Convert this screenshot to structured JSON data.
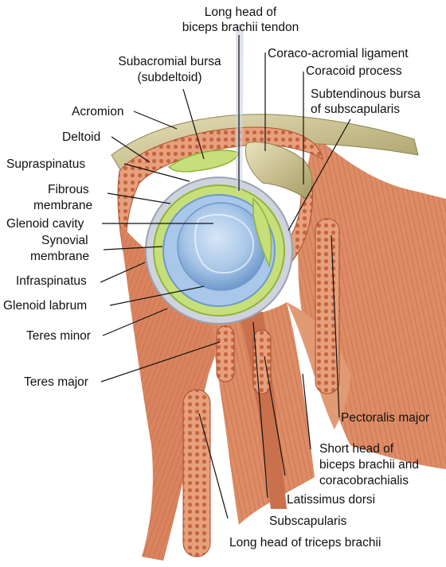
{
  "diagram": {
    "labels": {
      "long_head_biceps_tendon": [
        "Long head of",
        "biceps brachii tendon"
      ],
      "coraco_acromial_ligament": "Coraco-acromial ligament",
      "subacromial_bursa": [
        "Subacromial bursa",
        "(subdeltoid)"
      ],
      "coracoid_process": "Coracoid process",
      "subtendinous_bursa": [
        "Subtendinous bursa",
        "of subscapularis"
      ],
      "acromion": "Acromion",
      "deltoid": "Deltoid",
      "supraspinatus": "Supraspinatus",
      "fibrous_membrane": [
        "Fibrous",
        "membrane"
      ],
      "glenoid_cavity": "Glenoid cavity",
      "synovial_membrane": [
        "Synovial",
        "membrane"
      ],
      "infraspinatus": "Infraspinatus",
      "glenoid_labrum": "Glenoid labrum",
      "teres_minor": "Teres minor",
      "teres_major": "Teres major",
      "pectoralis_major": "Pectoralis major",
      "short_head_biceps": [
        "Short head of",
        "biceps brachii and",
        "coracobrachialis"
      ],
      "latissimus_dorsi": "Latissimus dorsi",
      "subscapularis": "Subscapularis",
      "long_head_triceps": "Long head of triceps brachii"
    },
    "colors": {
      "muscle": "#d9845f",
      "muscle_dark": "#b85a3a",
      "muscle_light": "#eaa57f",
      "bursa": "#c6df7a",
      "bursa_dark": "#8fb43a",
      "cartilage": "#a9c7e8",
      "cartilage_dark": "#6f99cc",
      "bone": "#d8cfa0",
      "bone_dark": "#a79c63",
      "membrane": "#cfd3dd"
    }
  }
}
